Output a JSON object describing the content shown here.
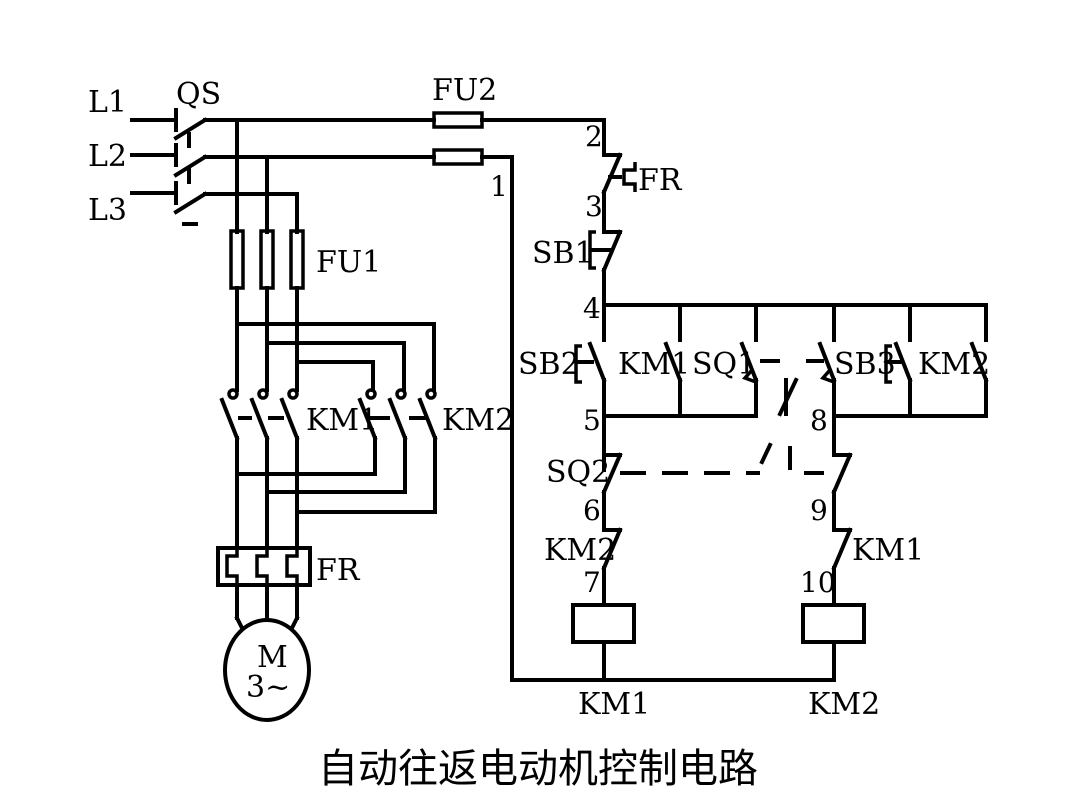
{
  "title": "自动往返电动机控制电路",
  "power_lines": [
    "L1",
    "L2",
    "L3"
  ],
  "labels": {
    "qs": "QS",
    "fu1": "FU1",
    "fu2": "FU2",
    "fr_main": "FR",
    "fr_contact": "FR",
    "km1_main": "KM1",
    "km2_main": "KM2",
    "motor_m": "M",
    "motor_phase": "3~",
    "sb1": "SB1",
    "sb2": "SB2",
    "sb3": "SB3",
    "km1_hold": "KM1",
    "km2_hold": "KM2",
    "sq1": "SQ1",
    "sq2": "SQ2",
    "km2_interlock": "KM2",
    "km1_interlock": "KM1",
    "coil_km1": "KM1",
    "coil_km2": "KM2"
  },
  "nodes": [
    "1",
    "2",
    "3",
    "4",
    "5",
    "6",
    "7",
    "8",
    "9",
    "10"
  ]
}
